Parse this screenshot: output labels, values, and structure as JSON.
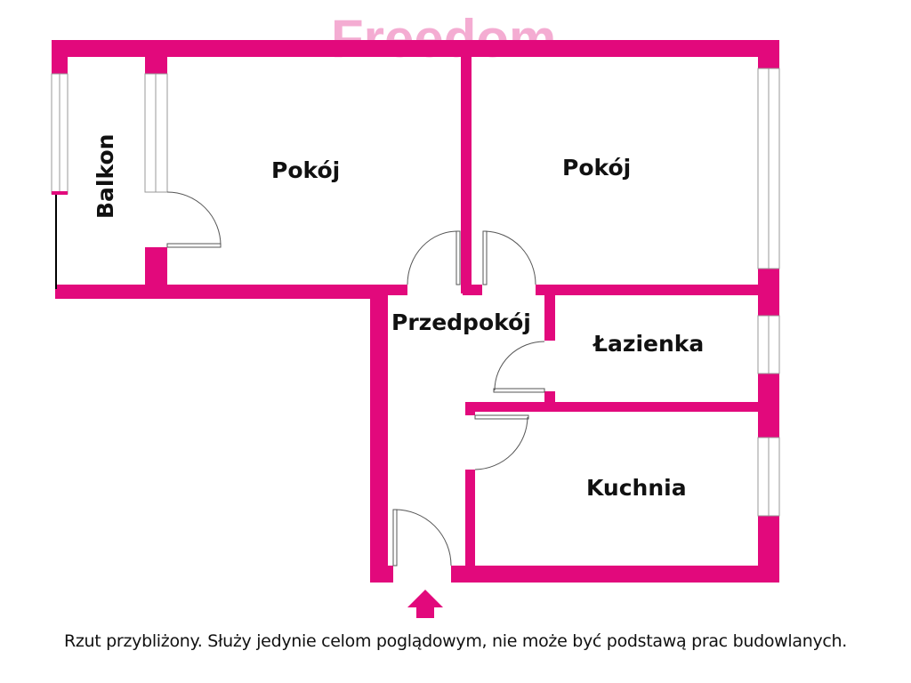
{
  "watermark": "Freedom",
  "rooms": {
    "balkon": "Balkon",
    "pokoj1": "Pokój",
    "pokoj2": "Pokój",
    "przedpokoj": "Przedpokój",
    "lazienka": "Łazienka",
    "kuchnia": "Kuchnia"
  },
  "disclaimer": "Rzut przybliżony. Służy jedynie celom poglądowym, nie może być podstawą prac budowlanych.",
  "colors": {
    "wall": "#e2097c"
  }
}
